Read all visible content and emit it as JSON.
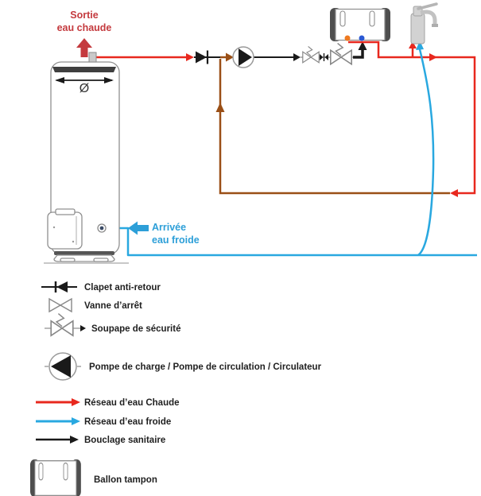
{
  "diagram": {
    "hot_outlet_label": {
      "line1": "Sortie",
      "line2": "eau chaude"
    },
    "cold_inlet_label": {
      "line1": "Arrivée",
      "line2": "eau froide"
    },
    "diameter_symbol": "Ø",
    "colors": {
      "hot_pipe": "#e8281e",
      "cold_pipe": "#29a8e0",
      "loop_pipe": "#9a4f16",
      "black_pipe": "#1a1a1a",
      "hot_label": "#c43a3e",
      "cold_label": "#2d9fd8",
      "tank_port_hot": "#ef7a20",
      "tank_port_cold": "#2b59d4"
    }
  },
  "legend": {
    "items": [
      {
        "label": "Clapet anti-retour"
      },
      {
        "label": "Vanne d’arrêt"
      },
      {
        "label": "Soupape de sécurité"
      },
      {
        "label": "Pompe de charge / Pompe de circulation / Circulateur"
      },
      {
        "label": "Réseau d’eau Chaude",
        "color": "#e8281e"
      },
      {
        "label": "Réseau d’eau froide",
        "color": "#29a8e0"
      },
      {
        "label": "Bouclage sanitaire",
        "color": "#1a1a1a"
      },
      {
        "label": "Ballon tampon"
      }
    ]
  }
}
